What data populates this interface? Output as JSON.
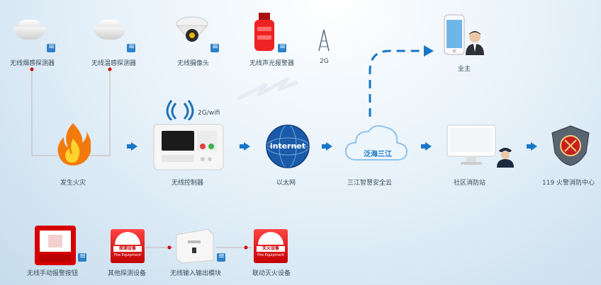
{
  "labels": {
    "smoke_detector": "无线烟感探测器",
    "heat_detector": "无线温感探测器",
    "camera": "无线摄像头",
    "siren": "无线声光报警器",
    "signal_2g": "2G",
    "owner": "业主",
    "fire": "发生火灾",
    "controller": "无线控制器",
    "controller_conn": "2G/wifi",
    "internet_label": "以太网",
    "internet_text": "internet",
    "cloud": "三江智慧安全云",
    "cloud_text": "泛海三江",
    "station": "社区消防站",
    "center": "119 火警消防中心",
    "manual_alarm": "无线手动报警按钮",
    "other_detect": "其他探测设备",
    "io_module": "无线输入输出模块",
    "linkage": "联动灭火设备"
  },
  "equipment_boxes": {
    "detect_title": "探测设备",
    "detect_sub": "Fire Equipment",
    "extinguish_title": "灭火设备",
    "extinguish_sub": "Fire Equipment"
  },
  "colors": {
    "accent": "#1677c8",
    "red": "#d40000",
    "wire": "#c9b0b0",
    "dash": "#1677c8"
  },
  "icons": [
    "smoke-detector-icon",
    "heat-detector-icon",
    "camera-icon",
    "siren-icon",
    "antenna-icon",
    "phone-icon",
    "person-icon",
    "fire-icon",
    "controller-icon",
    "globe-icon",
    "cloud-icon",
    "monitor-icon",
    "guard-icon",
    "police-badge-icon",
    "wifi-badge-icon",
    "arrow-icon"
  ]
}
